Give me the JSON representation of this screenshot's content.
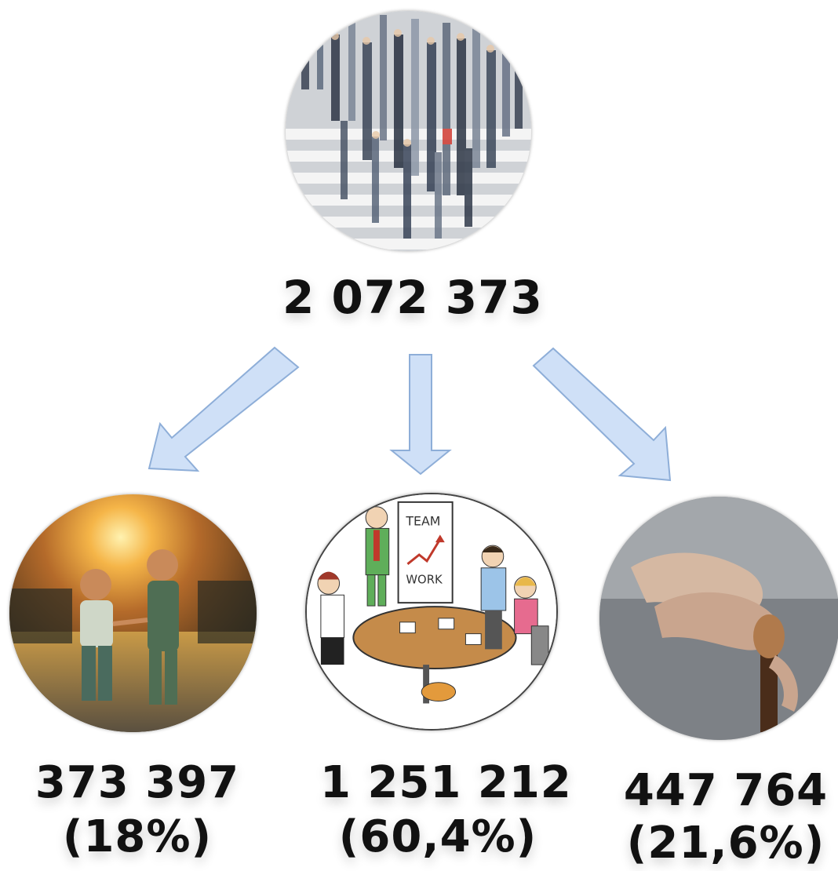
{
  "total": {
    "value": "2 072 373",
    "icon": "crowd-photo-icon"
  },
  "groups": [
    {
      "value": "373 397",
      "percent": "(18%)",
      "icon": "children-photo-icon"
    },
    {
      "value": "1 251 212",
      "percent": "(60,4%)",
      "icon": "teamwork-meeting-icon"
    },
    {
      "value": "447 764",
      "percent": "(21,6%)",
      "icon": "elderly-hands-photo-icon"
    }
  ],
  "colors": {
    "arrow_fill": "#cfe0f7",
    "arrow_stroke": "#8eaed8",
    "text": "#111111"
  }
}
